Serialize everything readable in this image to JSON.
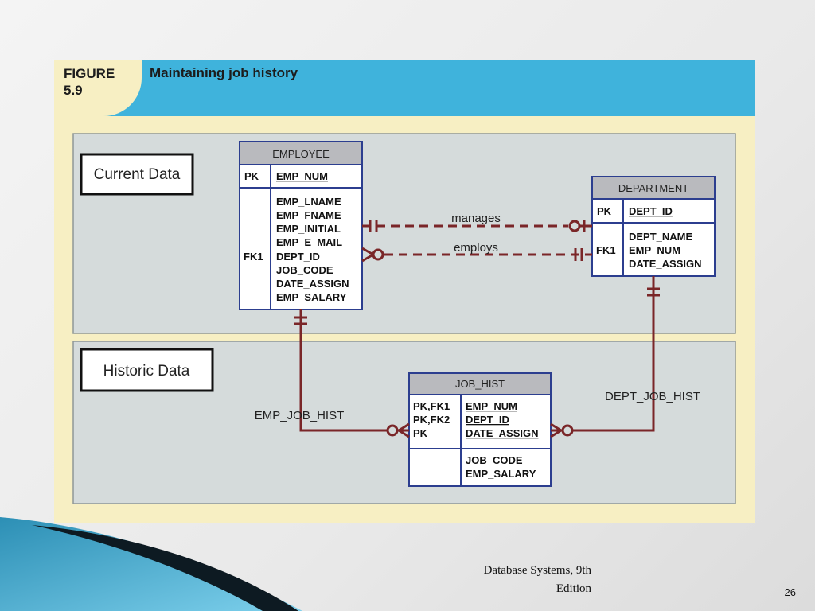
{
  "figure": {
    "label_line1": "FIGURE",
    "label_line2": "5.9",
    "title": "Maintaining job history"
  },
  "sections": {
    "current": "Current Data",
    "historic": "Historic Data"
  },
  "entities": {
    "employee": {
      "name": "EMPLOYEE",
      "pk": "PK",
      "pk_attr": "EMP_NUM",
      "fk": "FK1",
      "attrs": [
        "EMP_LNAME",
        "EMP_FNAME",
        "EMP_INITIAL",
        "EMP_E_MAIL",
        "DEPT_ID",
        "JOB_CODE",
        "DATE_ASSIGN",
        "EMP_SALARY"
      ]
    },
    "department": {
      "name": "DEPARTMENT",
      "pk": "PK",
      "pk_attr": "DEPT_ID",
      "fk": "FK1",
      "attrs": [
        "DEPT_NAME",
        "EMP_NUM",
        "DATE_ASSIGN"
      ]
    },
    "job_hist": {
      "name": "JOB_HIST",
      "keys": [
        "PK,FK1",
        "PK,FK2",
        "PK"
      ],
      "key_attrs": [
        "EMP_NUM",
        "DEPT_ID",
        "DATE_ASSIGN"
      ],
      "attrs": [
        "JOB_CODE",
        "EMP_SALARY"
      ]
    }
  },
  "relationships": {
    "manages": "manages",
    "employs": "employs",
    "emp_job_hist": "EMP_JOB_HIST",
    "dept_job_hist": "DEPT_JOB_HIST"
  },
  "colors": {
    "relationship_line": "#7a2628",
    "entity_border": "#2c3e8f",
    "entity_header": "#b9babe",
    "panel": "#d5dbdb",
    "header_band": "#3fb3dc",
    "figure_bg": "#f7efc3"
  },
  "caption": {
    "line1": "Database Systems, 9th",
    "line2": "Edition"
  },
  "page_number": "26"
}
